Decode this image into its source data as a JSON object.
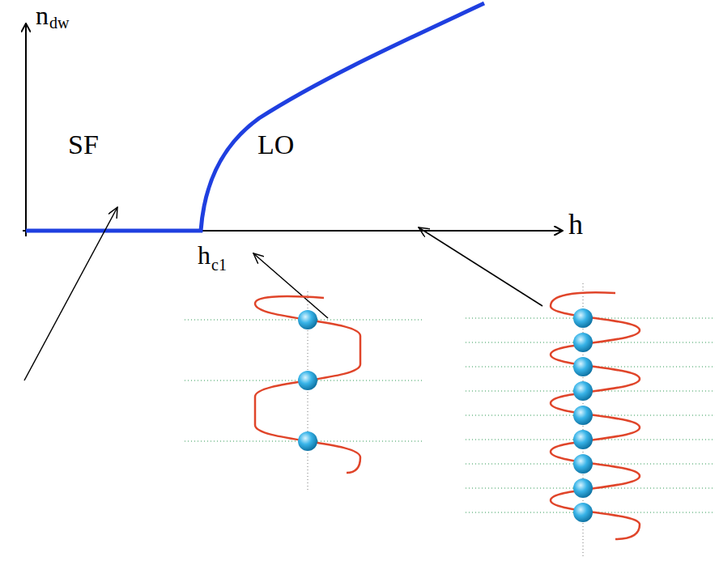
{
  "diagram": {
    "labels": [
      "n",
      "dw",
      "h",
      "SF",
      "LO",
      "h",
      "c1"
    ]
  }
}
